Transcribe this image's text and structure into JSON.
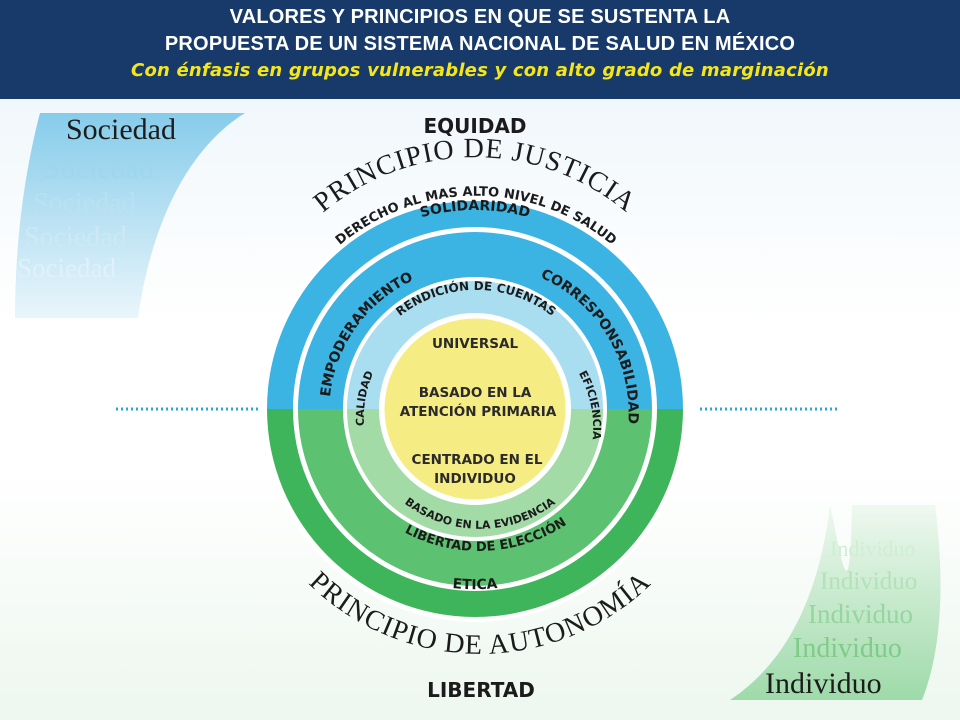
{
  "header": {
    "line1": "VALORES Y PRINCIPIOS EN QUE SE SUSTENTA LA",
    "line2": "PROPUESTA DE UN SISTEMA NACIONAL DE SALUD EN MÉXICO",
    "subtitle": "Con énfasis en grupos vulnerables y con alto grado de marginación"
  },
  "colors": {
    "header_bg": "#173a6b",
    "subtitle": "#f5e61a",
    "blue_ring": "#3bb3e3",
    "green_ring": "#3fb55b",
    "light_blue": "#a9def1",
    "light_green": "#a3dba7",
    "core": "#f6ec84"
  },
  "top_label": "EQUIDAD",
  "bottom_label": "LIBERTAD",
  "principle_top": "PRINCIPIO DE JUSTICIA",
  "principle_bottom": "PRINCIPIO DE AUTONOMÍA",
  "sociedad_words": [
    "Sociedad",
    "Sociedad",
    "Sociedad",
    "Sociedad",
    "Sociedad"
  ],
  "individuo_words": [
    "Individuo",
    "Individuo",
    "Individuo",
    "Individuo",
    "Individuo"
  ],
  "outer_ring": {
    "derecho": "DERECHO AL MAS ALTO NIVEL DE SALUD",
    "solidaridad": "SOLIDARIDAD",
    "etica": "ETICA",
    "libertad_eleccion": "LIBERTAD DE ELECCIÓN"
  },
  "middle_ring": {
    "empoderamiento": "EMPODERAMIENTO",
    "corresponsabilidad": "CORRESPONSABILIDAD"
  },
  "inner_ring": {
    "rendicion": "RENDICIÓN DE CUENTAS",
    "calidad": "CALIDAD",
    "eficiencia": "EFICIENCIA",
    "basado_evidencia": "BASADO EN LA EVIDENCIA"
  },
  "core": {
    "universal": "UNIVERSAL",
    "atencion_1": "BASADO EN LA",
    "atencion_2": "ATENCIÓN PRIMARIA",
    "centrado_1": "CENTRADO EN EL",
    "centrado_2": "INDIVIDUO"
  }
}
